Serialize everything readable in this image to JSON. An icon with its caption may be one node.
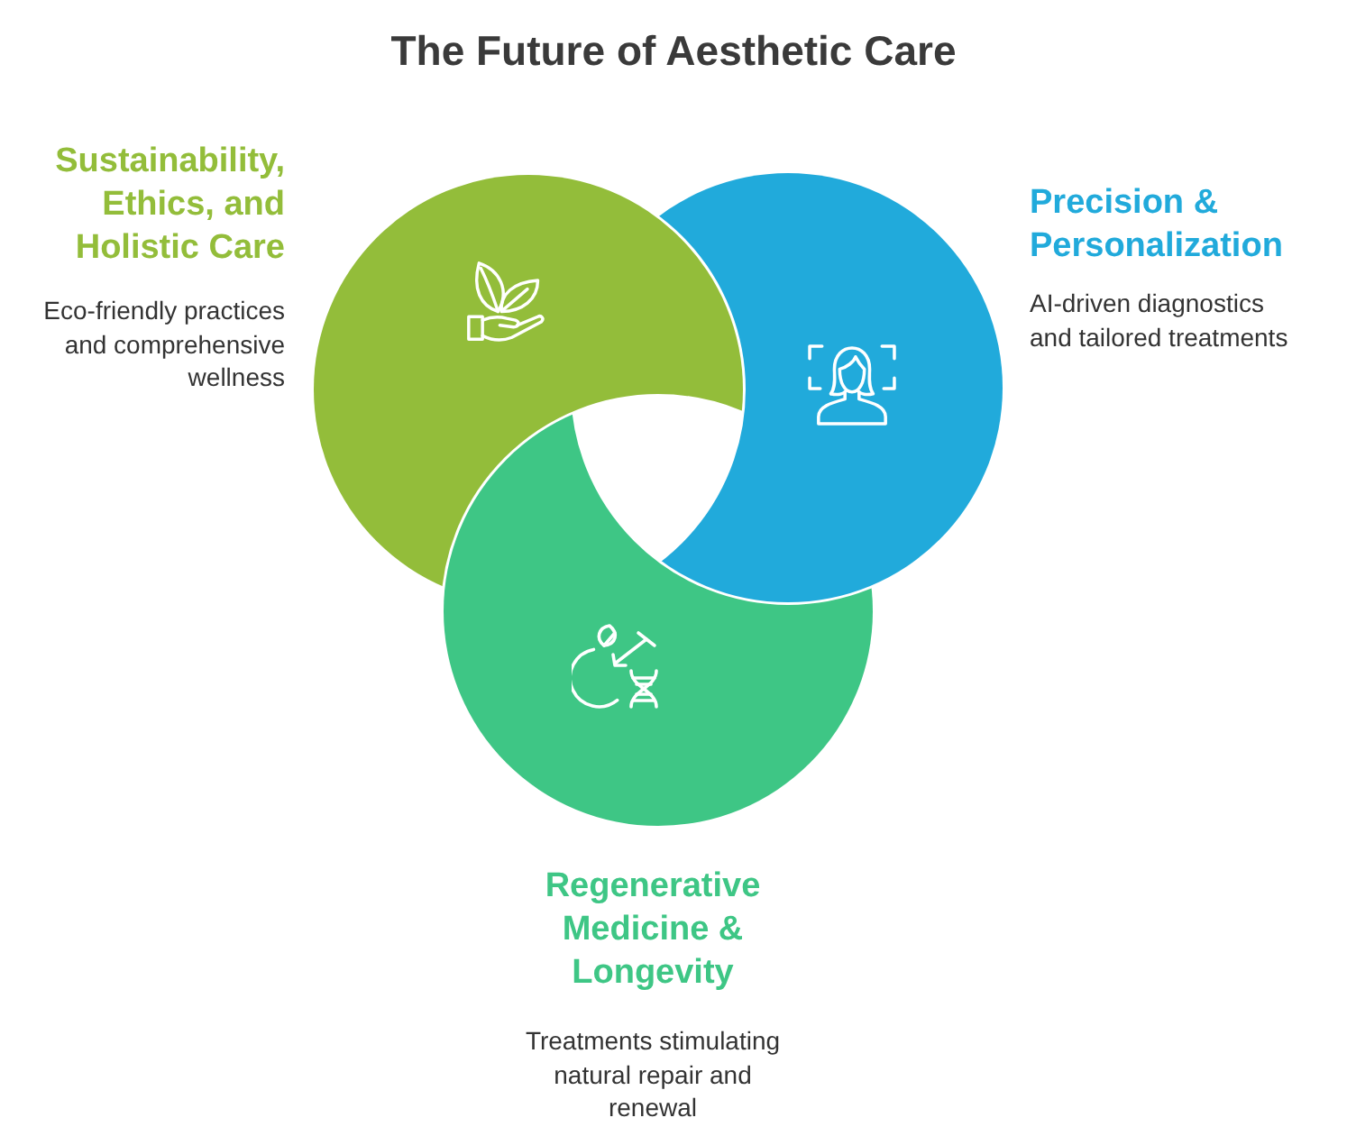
{
  "diagram": {
    "title": "The Future of Aesthetic Care",
    "nodes": [
      {
        "text": [
          "Sustainability, Ethics, and Holistic Care",
          "Eco-friendly practices and comprehensive wellness"
        ]
      },
      {
        "text": [
          "Precision & Personalization",
          "AI-driven diagnostics and tailored treatments"
        ]
      },
      {
        "text": [
          "Regenerative Medicine & Longevity",
          "Treatments stimulating natural repair and renewal"
        ]
      }
    ]
  }
}
